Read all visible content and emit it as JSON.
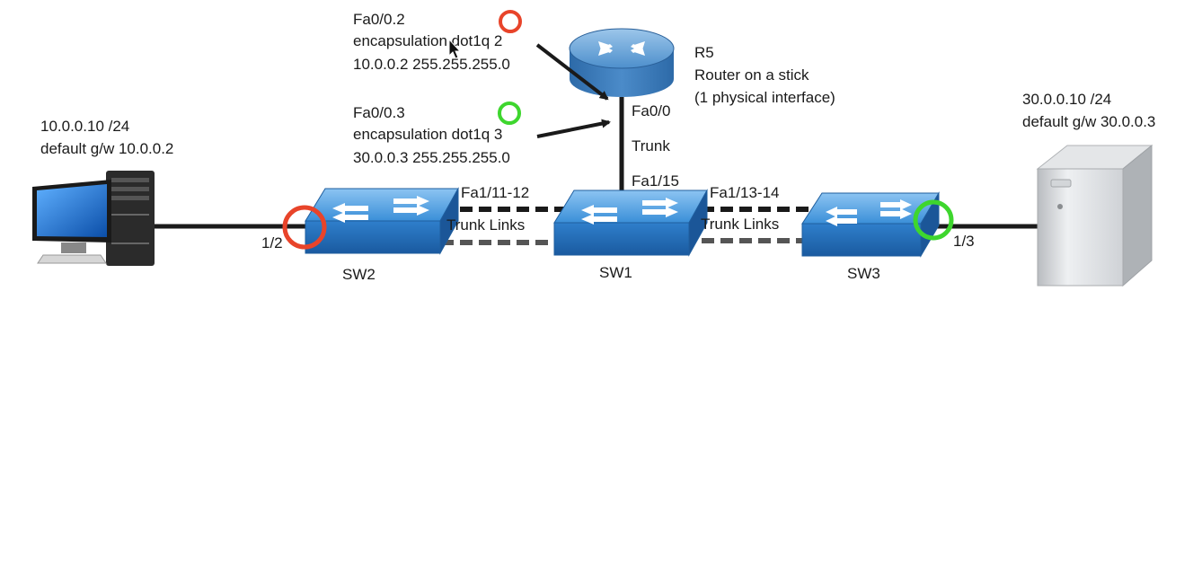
{
  "subinterfaces": [
    {
      "name": "Fa0/0.2",
      "encapsulation": "encapsulation dot1q 2",
      "ip": "10.0.0.2 255.255.255.0",
      "marker_color": "#e8442a"
    },
    {
      "name": "Fa0/0.3",
      "encapsulation": "encapsulation dot1q 3",
      "ip": "30.0.0.3 255.255.255.0",
      "marker_color": "#3ed62e"
    }
  ],
  "router": {
    "name": "R5",
    "description": "Router on a stick",
    "note": "(1 physical interface)",
    "interface": "Fa0/0",
    "link_type": "Trunk"
  },
  "switches": {
    "sw1": {
      "name": "SW1",
      "uplink": "Fa1/15"
    },
    "sw2": {
      "name": "SW2",
      "access_port": "1/2",
      "port_marker_color": "#e8442a"
    },
    "sw3": {
      "name": "SW3",
      "access_port": "1/3",
      "port_marker_color": "#3ed62e"
    }
  },
  "links": {
    "sw2_sw1": {
      "ports": "Fa1/11-12",
      "label": "Trunk Links"
    },
    "sw1_sw3": {
      "ports": "Fa1/13-14",
      "label": "Trunk Links"
    }
  },
  "hosts": {
    "pc": {
      "ip": "10.0.0.10 /24",
      "gateway": "default g/w 10.0.0.2"
    },
    "server": {
      "ip": "30.0.0.10 /24",
      "gateway": "default g/w 30.0.0.3"
    }
  },
  "colors": {
    "switch_blue": "#2f86d6",
    "router_blue": "#3b7fc0",
    "link": "#1a1a1a"
  }
}
